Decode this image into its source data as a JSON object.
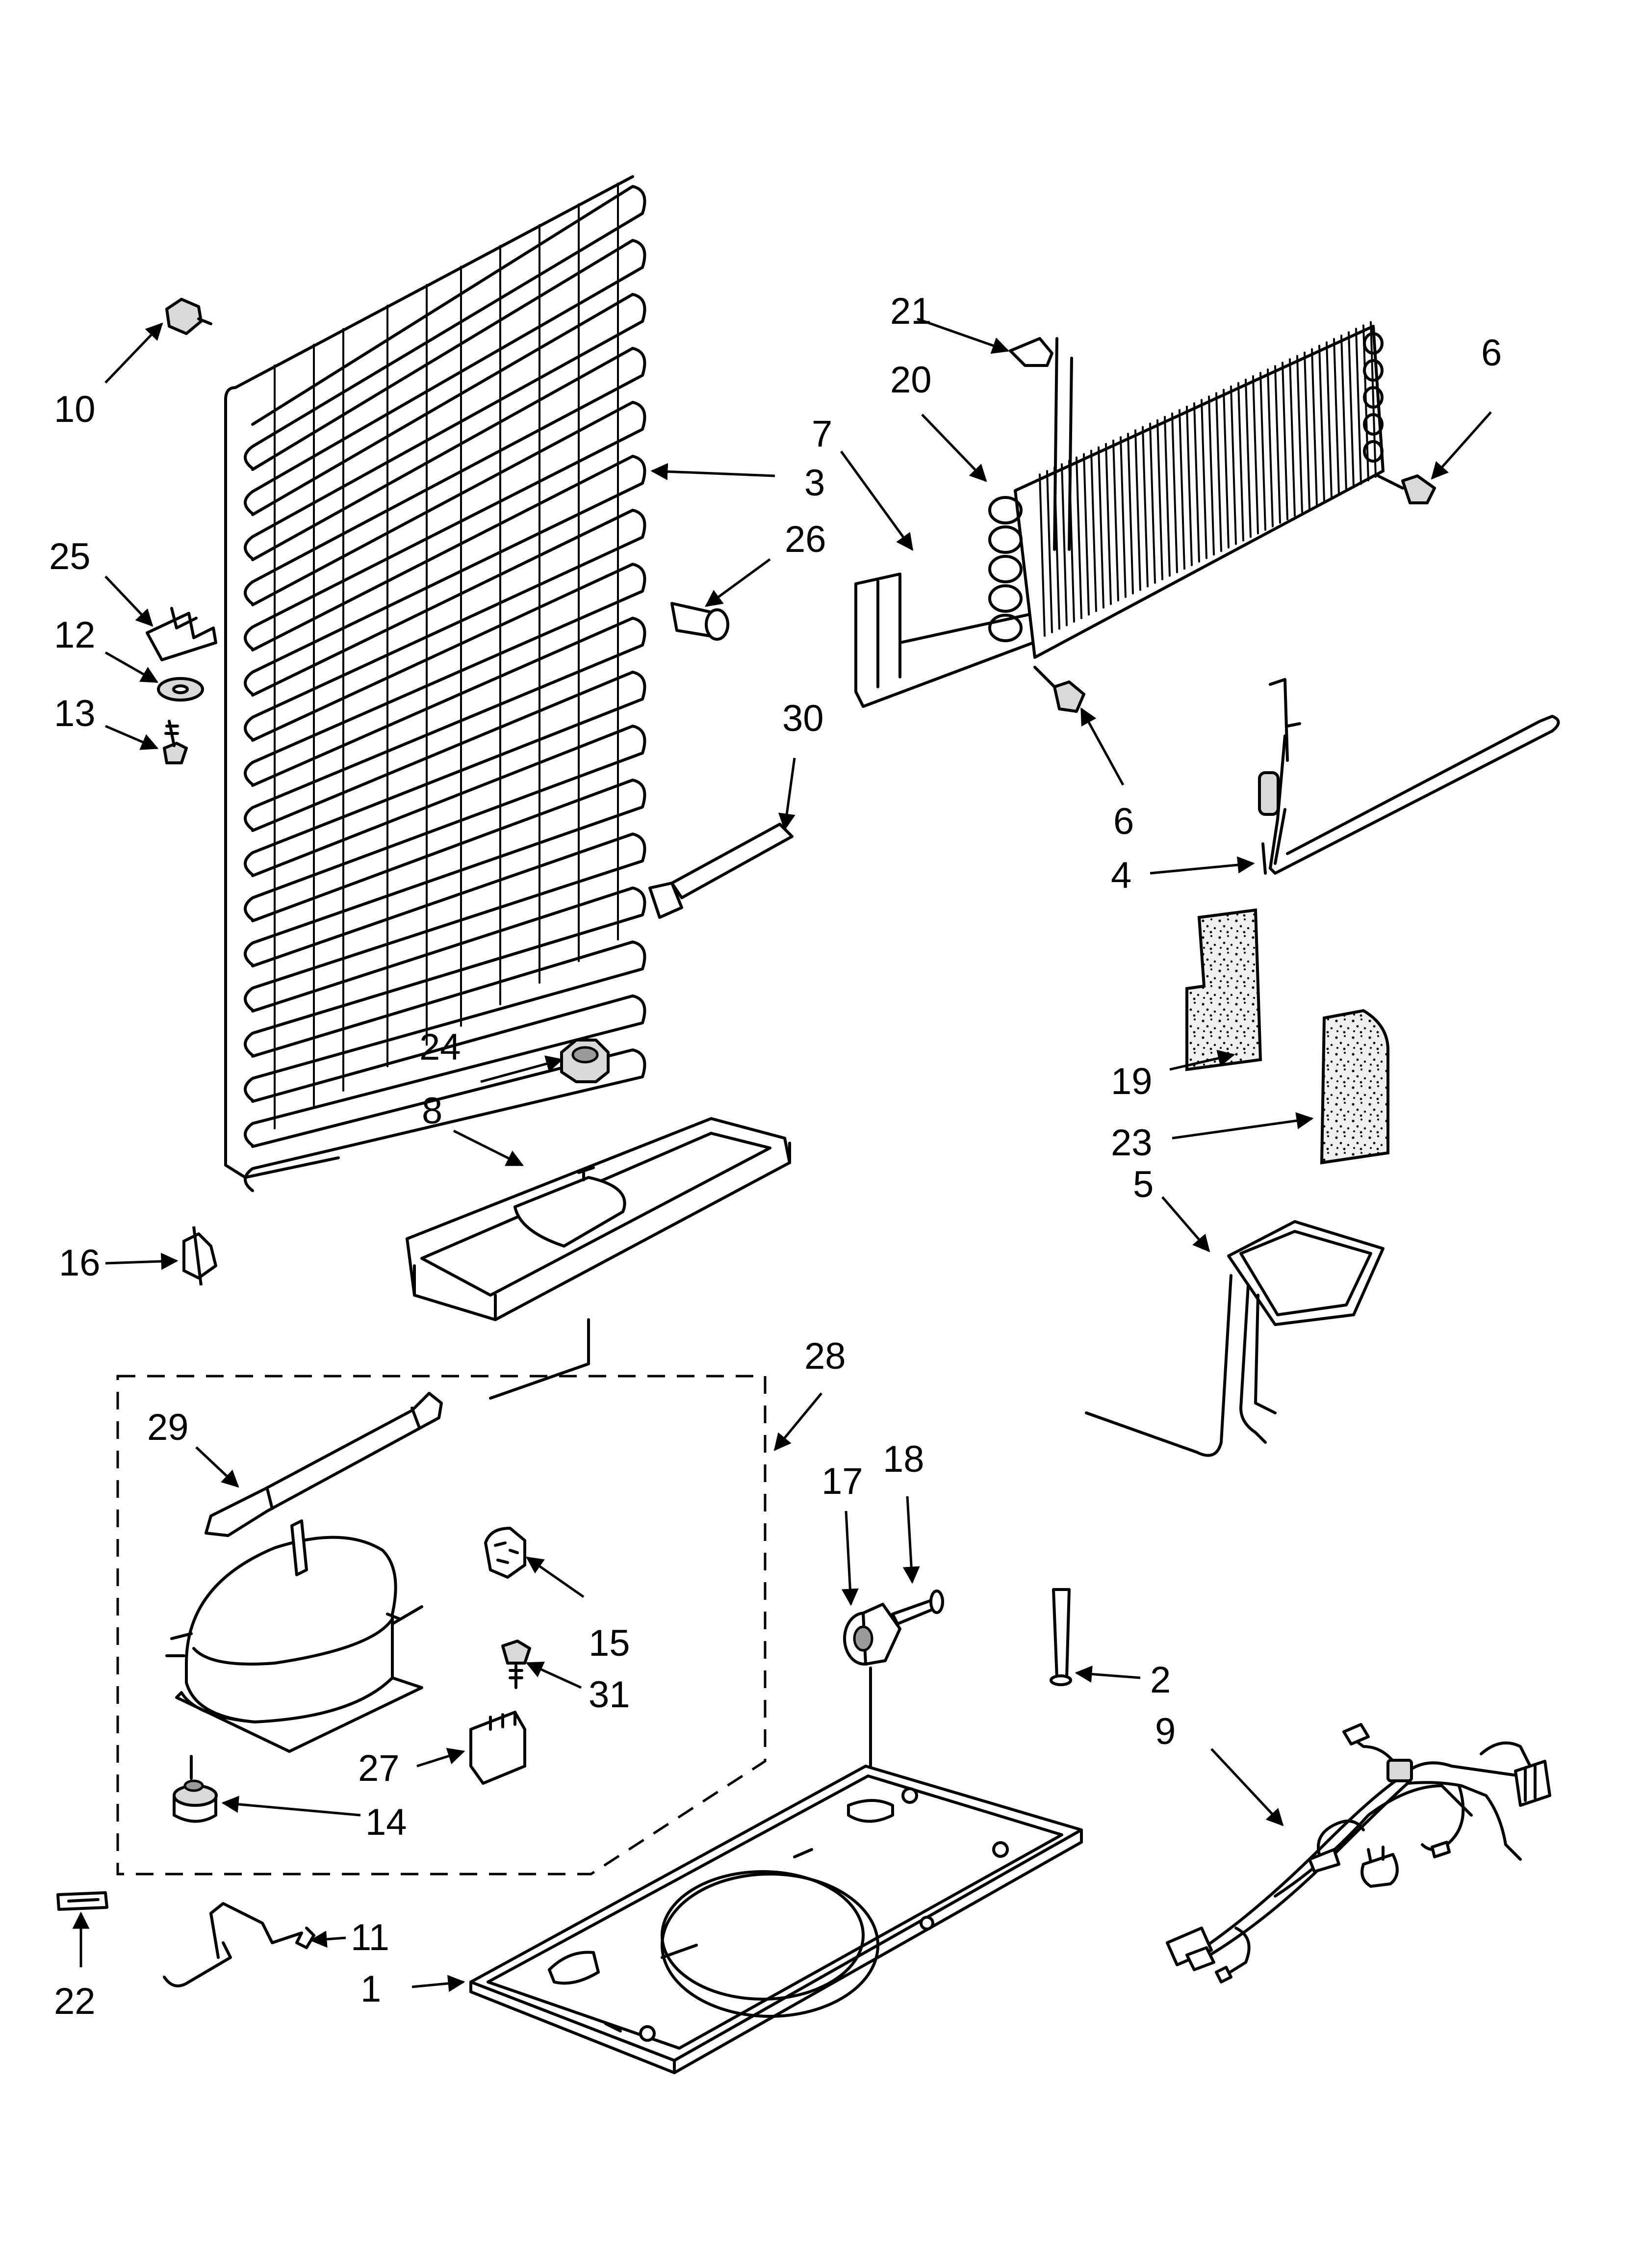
{
  "callouts": [
    "1",
    "2",
    "3",
    "4",
    "5",
    "6",
    "6",
    "7",
    "8",
    "9",
    "10",
    "11",
    "12",
    "13",
    "14",
    "15",
    "16",
    "17",
    "18",
    "19",
    "20",
    "21",
    "22",
    "23",
    "24",
    "25",
    "26",
    "27",
    "28",
    "29",
    "30",
    "31"
  ],
  "colors": {
    "line": "#000000",
    "background": "#ffffff",
    "shade": "#d9d9d9"
  }
}
